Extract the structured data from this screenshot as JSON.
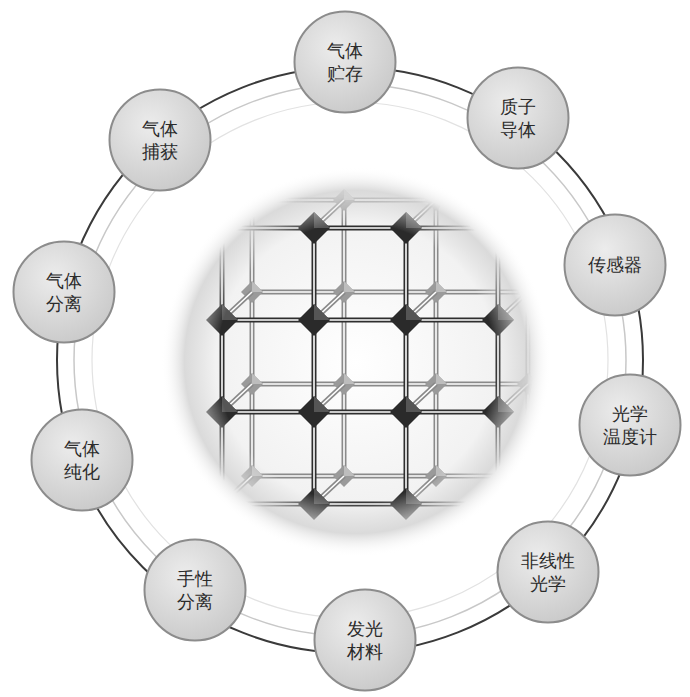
{
  "diagram": {
    "nodes": [
      {
        "text": [
          "气体 贮存"
        ]
      },
      {
        "text": [
          "质子 导体"
        ]
      },
      {
        "text": [
          "传感器"
        ]
      },
      {
        "text": [
          "光学 温度计"
        ]
      },
      {
        "text": [
          "非线性 光学"
        ]
      },
      {
        "text": [
          "发光 材料"
        ]
      },
      {
        "text": [
          "手性 分离"
        ]
      },
      {
        "text": [
          "气体 纯化"
        ]
      },
      {
        "text": [
          "气体 分离"
        ]
      },
      {
        "text": [
          "气体 捕获"
        ]
      }
    ]
  }
}
